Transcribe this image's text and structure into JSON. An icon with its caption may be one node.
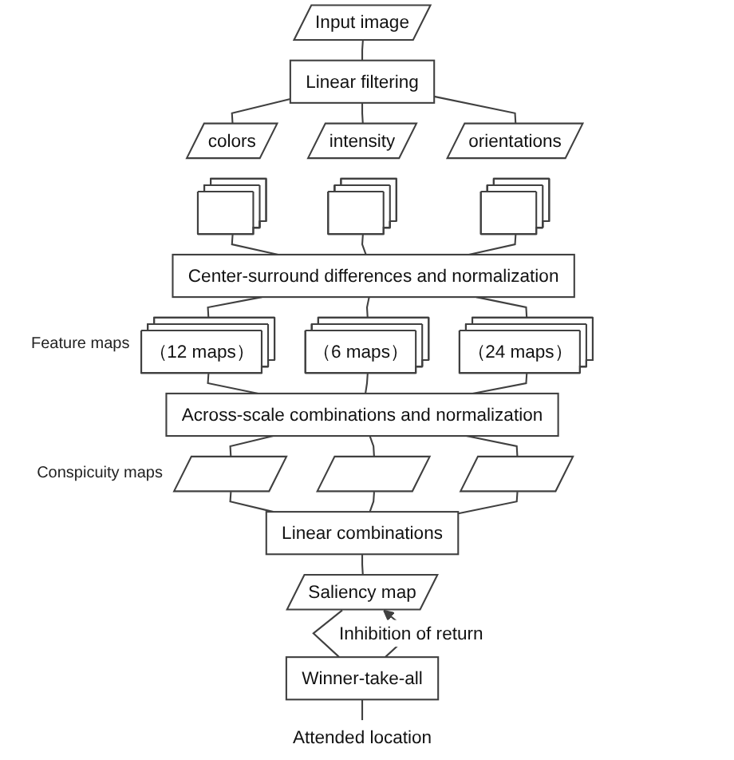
{
  "diagram": {
    "nodes": [
      {
        "text": [
          "Input image"
        ]
      },
      {
        "text": [
          "Linear filtering"
        ]
      },
      {
        "text": [
          "colors"
        ]
      },
      {
        "text": [
          "intensity"
        ]
      },
      {
        "text": [
          "orientations"
        ]
      },
      {
        "text": [],
        "shape": "stack"
      },
      {
        "text": [],
        "shape": "stack"
      },
      {
        "text": [],
        "shape": "stack"
      },
      {
        "text": [
          "Center-surround differences and normalization"
        ]
      },
      {
        "text": [
          "（12 maps）"
        ]
      },
      {
        "text": [
          "（6 maps）"
        ]
      },
      {
        "text": [
          "（24 maps）"
        ]
      },
      {
        "text": [
          "Across-scale combinations and normalization"
        ]
      },
      {
        "text": [],
        "shape": "parallelogram"
      },
      {
        "text": [],
        "shape": "parallelogram"
      },
      {
        "text": [],
        "shape": "parallelogram"
      },
      {
        "text": [
          "Linear combinations"
        ]
      },
      {
        "text": [
          "Saliency map"
        ]
      },
      {
        "text": [
          "Winner-take-all"
        ]
      },
      {
        "text": [
          "Attended location"
        ]
      }
    ],
    "edges": [
      {
        "from": 0,
        "to": 1,
        "arrow": "none"
      },
      {
        "from": 1,
        "to": 2,
        "arrow": "none"
      },
      {
        "from": 1,
        "to": 3,
        "arrow": "none"
      },
      {
        "from": 1,
        "to": 4,
        "arrow": "none"
      },
      {
        "from": 5,
        "to": 8,
        "arrow": "none"
      },
      {
        "from": 6,
        "to": 8,
        "arrow": "none"
      },
      {
        "from": 7,
        "to": 8,
        "arrow": "none"
      },
      {
        "from": 8,
        "to": 9,
        "arrow": "none"
      },
      {
        "from": 8,
        "to": 10,
        "arrow": "none"
      },
      {
        "from": 8,
        "to": 11,
        "arrow": "none"
      },
      {
        "from": 9,
        "to": 12,
        "arrow": "none"
      },
      {
        "from": 10,
        "to": 12,
        "arrow": "none"
      },
      {
        "from": 11,
        "to": 12,
        "arrow": "none"
      },
      {
        "from": 12,
        "to": 13,
        "arrow": "none"
      },
      {
        "from": 12,
        "to": 14,
        "arrow": "none"
      },
      {
        "from": 12,
        "to": 15,
        "arrow": "none"
      },
      {
        "from": 13,
        "to": 16,
        "arrow": "none"
      },
      {
        "from": 14,
        "to": 16,
        "arrow": "none"
      },
      {
        "from": 15,
        "to": 16,
        "arrow": "none"
      },
      {
        "from": 16,
        "to": 17,
        "arrow": "none"
      },
      {
        "from": 17,
        "to": 18,
        "arrow": "none"
      },
      {
        "from": 18,
        "to": 19,
        "arrow": "none"
      },
      {
        "from": 18,
        "to": 17,
        "arrow": "to",
        "label": "Inhibition of return"
      }
    ],
    "labels": [
      "Feature maps",
      "Conspicuity maps"
    ]
  }
}
